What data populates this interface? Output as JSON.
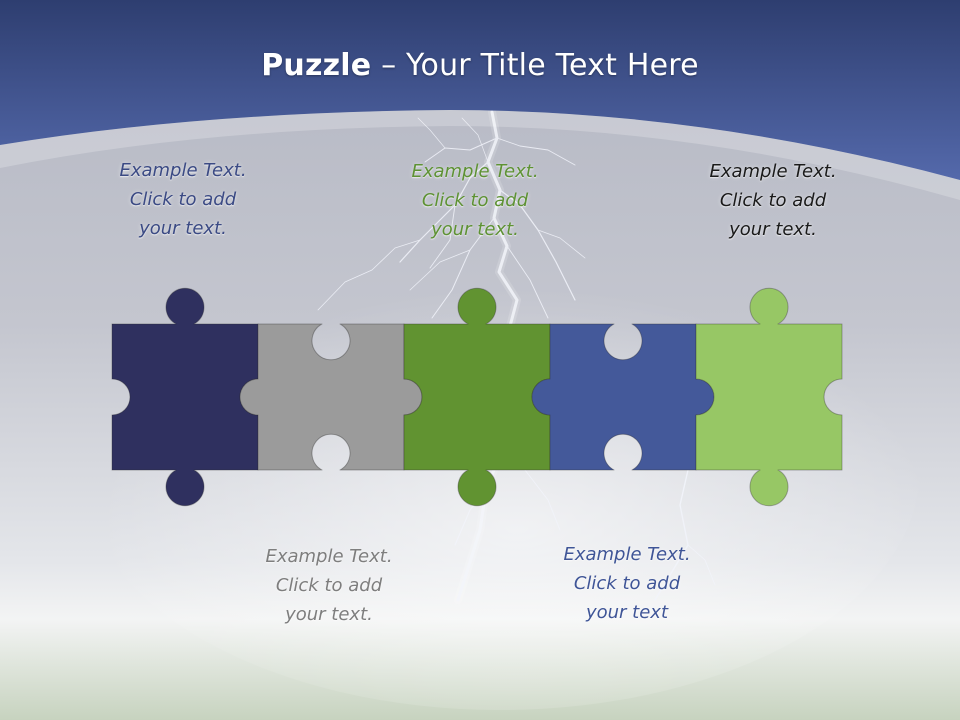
{
  "title": {
    "bold": "Puzzle",
    "rest": " – Your Title Text Here"
  },
  "callouts": [
    {
      "line1": "Example Text.",
      "line2": "Click  to add",
      "line3": "your text.",
      "color": "#3b4a84"
    },
    {
      "line1": "Example Text.",
      "line2": "Click  to add",
      "line3": "your text.",
      "color": "#7e7e7e"
    },
    {
      "line1": "Example Text.",
      "line2": "Click  to add",
      "line3": "your text.",
      "color": "#5e9234"
    },
    {
      "line1": "Example Text.",
      "line2": "Click  to add",
      "line3": "your text",
      "color": "#3f5597"
    },
    {
      "line1": "Example Text.",
      "line2": "Click  to add",
      "line3": "your text.",
      "color": "#1a1a1a"
    }
  ],
  "pieces": [
    {
      "color": "#2f305f"
    },
    {
      "color": "#9b9b9b"
    },
    {
      "color": "#619331"
    },
    {
      "color": "#44599a"
    },
    {
      "color": "#97c765"
    }
  ],
  "colors": {
    "header_top": "#2f3f74",
    "header_bottom": "#5066a8",
    "sky": "#c6c8d0"
  }
}
